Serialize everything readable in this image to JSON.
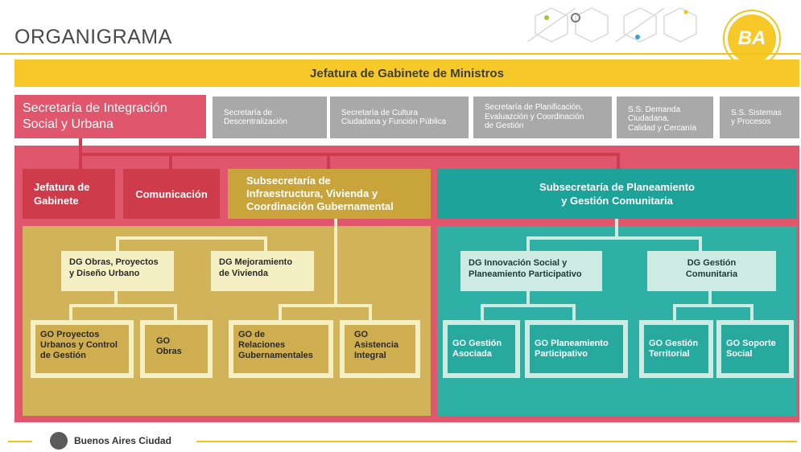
{
  "header": {
    "title": "ORGANIGRAMA",
    "logo_text": "BA"
  },
  "top": {
    "jefatura": "Jefatura de Gabinete de Ministros"
  },
  "secretaria_integracion": {
    "line1": "Secretaría de Integración",
    "line2": "Social y Urbana"
  },
  "secretarias_grises": [
    {
      "lines": [
        "Secretaría de",
        "Descentralización"
      ]
    },
    {
      "lines": [
        "Secretaría de Cultura",
        "Ciudadana y Función Pública"
      ]
    },
    {
      "lines": [
        "Secretaría de Planificación,",
        "Evaluazción y Coordinación",
        "de Gestión"
      ]
    },
    {
      "lines": [
        "S.S. Demanda",
        "Ciudadana,",
        "Calidad y Cercanía"
      ]
    },
    {
      "lines": [
        "S.S. Sistemas",
        "y Procesos"
      ]
    }
  ],
  "dependencias": {
    "jefatura_gabinete": {
      "line1": "Jefatura de",
      "line2": "Gabinete"
    },
    "comunicacion": "Comunicación",
    "subsec_infra": {
      "line1": "Subsecretaría de",
      "line2": "Infraestructura, Vivienda y",
      "line3": "Coordinación Gubernamental"
    },
    "subsec_plan": {
      "line1": "Subsecretaría de Planeamiento",
      "line2": "y Gestión Comunitaria"
    }
  },
  "infra": {
    "dg1": {
      "line1": "DG Obras, Proyectos",
      "line2": "y Diseño Urbano"
    },
    "dg2": {
      "line1": "DG Mejoramiento",
      "line2": "de Vivienda"
    },
    "go1": {
      "line1": "GO Proyectos",
      "line2": "Urbanos y Control",
      "line3": "de Gestión"
    },
    "go2": {
      "line1": "GO",
      "line2": "Obras"
    },
    "go3": {
      "line1": "GO de",
      "line2": "Relaciones",
      "line3": "Gubernamentales"
    },
    "go4": {
      "line1": "GO",
      "line2": "Asistencia",
      "line3": "Integral"
    }
  },
  "plan": {
    "dg1": {
      "line1": "DG Innovación Social y",
      "line2": "Planeamiento Participativo"
    },
    "dg2": {
      "line1": "DG Gestión",
      "line2": "Comunitaria"
    },
    "go1": {
      "line1": "GO Gestión",
      "line2": "Asociada"
    },
    "go2": {
      "line1": "GO Planeamiento",
      "line2": "Participativo"
    },
    "go3": {
      "line1": "GO Gestión",
      "line2": "Territorial"
    },
    "go4": {
      "line1": "GO Soporte",
      "line2": "Social"
    }
  },
  "footer": {
    "text": "Buenos Aires Ciudad"
  },
  "colors": {
    "red": "#e0566c",
    "dark_red": "#ce3b4a",
    "yellow": "#f7c928",
    "mustard": "#c9a43a",
    "teal": "#1ea39a",
    "gray": "#a9a9a9"
  }
}
